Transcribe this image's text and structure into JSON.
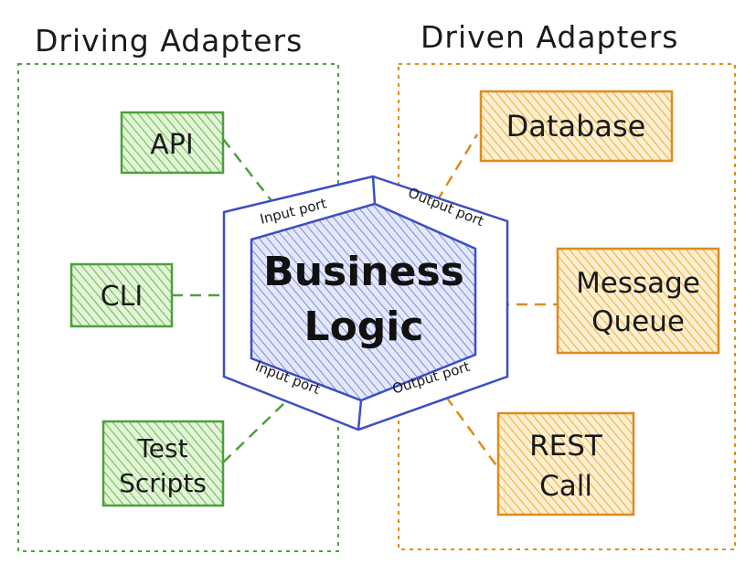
{
  "groups": {
    "driving": {
      "title": "Driving Adapters"
    },
    "driven": {
      "title": "Driven Adapters"
    }
  },
  "driving_adapters": [
    {
      "label_lines": [
        "API"
      ]
    },
    {
      "label_lines": [
        "CLI"
      ]
    },
    {
      "label_lines": [
        "Test",
        "Scripts"
      ]
    }
  ],
  "driven_adapters": [
    {
      "label_lines": [
        "Database"
      ]
    },
    {
      "label_lines": [
        "Message",
        "Queue"
      ]
    },
    {
      "label_lines": [
        "REST",
        "Call"
      ]
    }
  ],
  "core": {
    "label_lines": [
      "Business",
      "Logic"
    ],
    "ports": {
      "input_top": "Input port",
      "input_bottom": "Input port",
      "output_top": "Output port",
      "output_bottom": "Output port"
    }
  },
  "colors": {
    "green_stroke": "#4e9f3d",
    "green_fill": "#b7e3a4",
    "orange_stroke": "#e08a1e",
    "orange_fill": "#f6d38c",
    "blue_stroke": "#3b4fc4",
    "blue_fill": "#b9c2f0"
  }
}
